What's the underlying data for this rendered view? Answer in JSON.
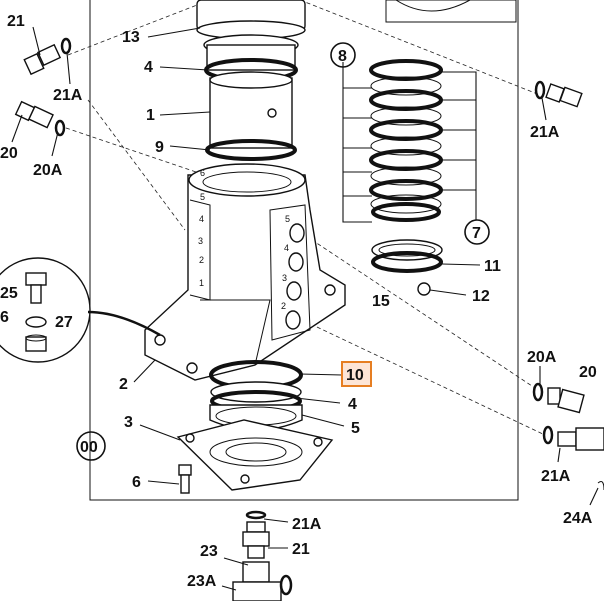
{
  "callouts": {
    "c21_top": "21",
    "c21a_top": "21A",
    "c20": "20",
    "c20a_left": "20A",
    "c25": "25",
    "c26": "6",
    "c27": "27",
    "c13": "13",
    "c4_top": "4",
    "c1": "1",
    "c9": "9",
    "c2": "2",
    "c3": "3",
    "c6": "6",
    "c00": "00",
    "c8": "8",
    "c7": "7",
    "c11": "11",
    "c12": "12",
    "c15": "15",
    "c10": "10",
    "c4_mid": "4",
    "c5": "5",
    "c21a_right": "21A",
    "c20a_right": "20A",
    "c20_right": "20",
    "c21a_right2": "21A",
    "c24a": "24A",
    "c21a_bottom": "21A",
    "c21_bottom": "21",
    "c23": "23",
    "c23a": "23A"
  },
  "highlight": {
    "callout": "10",
    "color": "#e67e22",
    "fill": "#fde5d6"
  },
  "housing_marks": [
    "6",
    "5",
    "4",
    "3",
    "2",
    "1"
  ],
  "port_marks": [
    "5",
    "4",
    "3",
    "2"
  ]
}
